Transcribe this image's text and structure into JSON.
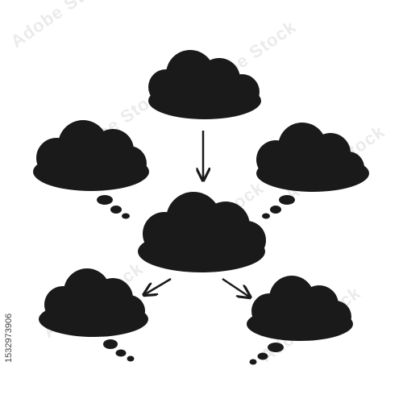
{
  "stock_id": "1532973906",
  "watermark_text": "Adobe Stock",
  "colors": {
    "shape_fill": "#1a1a1a",
    "background": "#ffffff",
    "watermark": "#e9e9e9"
  },
  "diagram": {
    "clouds": [
      {
        "id": "top",
        "kind": "cloud",
        "icon": "thought-cloud-icon"
      },
      {
        "id": "upper-left",
        "kind": "thought-bubble",
        "icon": "thought-bubble-icon"
      },
      {
        "id": "upper-right",
        "kind": "thought-bubble",
        "icon": "thought-bubble-icon"
      },
      {
        "id": "center",
        "kind": "cloud",
        "icon": "thought-cloud-icon"
      },
      {
        "id": "lower-left",
        "kind": "thought-bubble",
        "icon": "thought-bubble-icon"
      },
      {
        "id": "lower-right",
        "kind": "thought-bubble",
        "icon": "thought-bubble-icon"
      }
    ],
    "arrows": [
      {
        "from": "top",
        "to": "center",
        "icon": "arrow-down-icon"
      },
      {
        "from": "center",
        "to": "lower-left",
        "icon": "arrow-down-left-icon"
      },
      {
        "from": "center",
        "to": "lower-right",
        "icon": "arrow-down-right-icon"
      }
    ]
  }
}
